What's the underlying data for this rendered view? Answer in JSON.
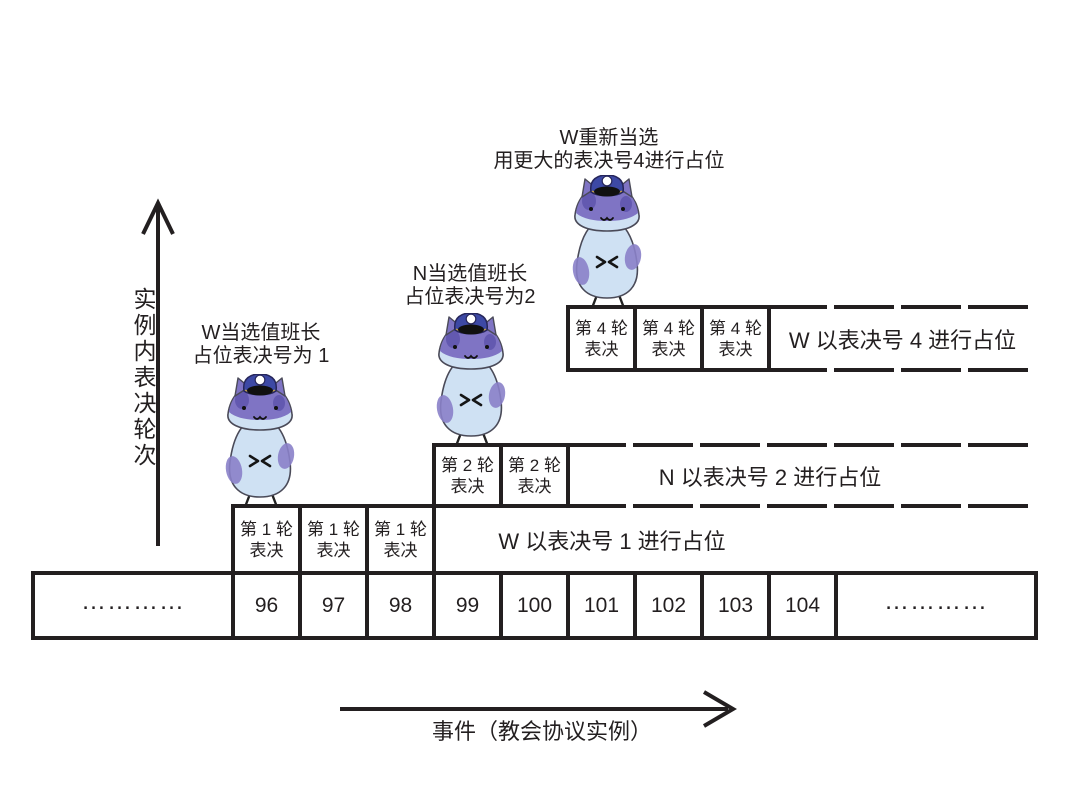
{
  "colors": {
    "ink": "#231f20",
    "hamster_body": "#cfe1f3",
    "hamster_patch": "#8a81c9",
    "hamster_head_top": "#7f74c4",
    "hat_navy": "#3d49a5",
    "hat_badge": "#ffffff"
  },
  "y_axis": {
    "label": "实例内表决轮次"
  },
  "x_axis": {
    "label": "事件（教会协议实例）"
  },
  "annotations": {
    "w_round1": {
      "line1": "W当选值班长",
      "line2": "占位表决号为 1"
    },
    "n_round2": {
      "line1": "N当选值班长",
      "line2": "占位表决号为2"
    },
    "w_round4": {
      "line1": "W重新当选",
      "line2": "用更大的表决号4进行占位"
    }
  },
  "rows": {
    "round4": {
      "cells": [
        {
          "line1": "第 4 轮",
          "line2": "表决"
        },
        {
          "line1": "第 4 轮",
          "line2": "表决"
        },
        {
          "line1": "第 4 轮",
          "line2": "表决"
        }
      ],
      "wide_label": "W 以表决号 4 进行占位"
    },
    "round2": {
      "cells": [
        {
          "line1": "第 2 轮",
          "line2": "表决"
        },
        {
          "line1": "第 2 轮",
          "line2": "表决"
        }
      ],
      "wide_label": "N 以表决号 2 进行占位"
    },
    "round1": {
      "cells": [
        {
          "line1": "第 1 轮",
          "line2": "表决"
        },
        {
          "line1": "第 1 轮",
          "line2": "表决"
        },
        {
          "line1": "第 1 轮",
          "line2": "表决"
        }
      ],
      "wide_label": "W 以表决号 1 进行占位"
    }
  },
  "timeline": {
    "cells": [
      "…………",
      "96",
      "97",
      "98",
      "99",
      "100",
      "101",
      "102",
      "103",
      "104",
      "…………"
    ]
  }
}
